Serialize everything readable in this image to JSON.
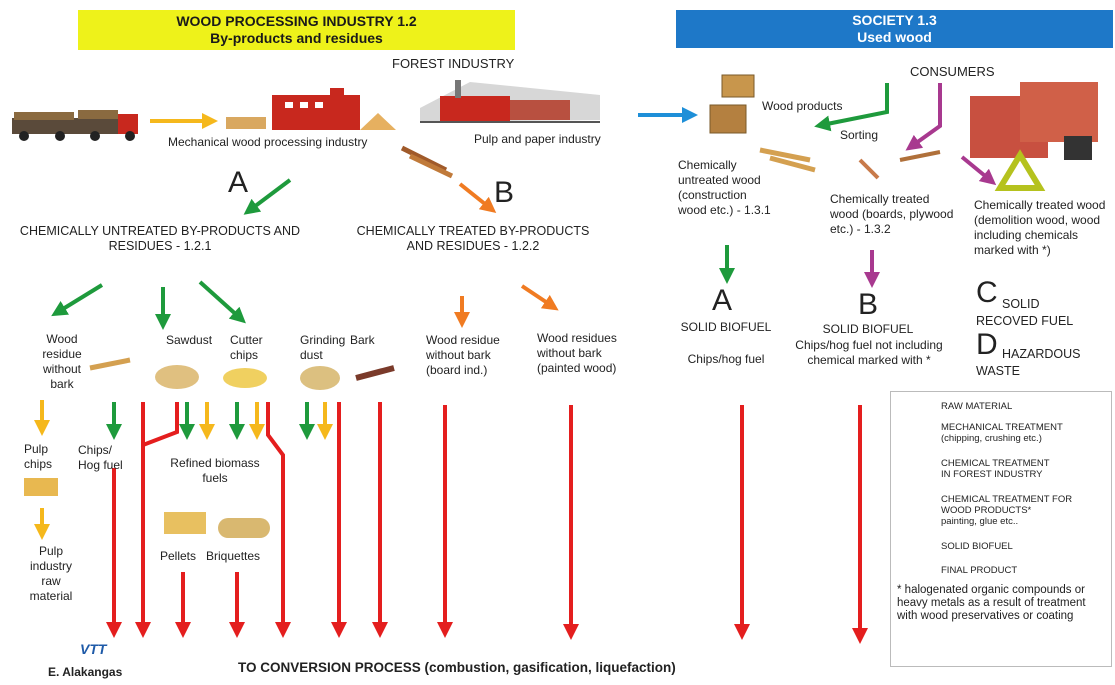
{
  "header_left": {
    "title": "WOOD PROCESSING INDUSTRY 1.2",
    "subtitle": "By-products and residues"
  },
  "header_right": {
    "title": "SOCIETY 1.3",
    "subtitle": "Used wood"
  },
  "forest_industry": "FOREST INDUSTRY",
  "consumers": "CONSUMERS",
  "mechanical_industry": "Mechanical wood processing industry",
  "pulp_industry": "Pulp and paper industry",
  "wood_products": "Wood products",
  "sorting": "Sorting",
  "letter_a": "A",
  "letter_b": "B",
  "letter_c": "C",
  "letter_d": "D",
  "untreated_title": "CHEMICALLY UNTREATED BY-PRODUCTS AND RESIDUES - 1.2.1",
  "treated_title": "CHEMICALLY TREATED BY-PRODUCTS AND RESIDUES - 1.2.2",
  "wood_residue_bark": "Wood residue without bark",
  "sawdust": "Sawdust",
  "cutter_chips": "Cutter chips",
  "grinding_dust": "Grinding dust",
  "bark": "Bark",
  "wood_residue_board": "Wood residue without bark (board ind.)",
  "wood_residues_painted": "Wood residues without bark (painted wood)",
  "pulp_chips": "Pulp chips",
  "chips_hog": "Chips/ Hog fuel",
  "refined": "Refined biomass fuels",
  "pellets": "Pellets",
  "briquettes": "Briquettes",
  "pulp_raw": "Pulp industry raw material",
  "chem_untreated_wood": "Chemically untreated wood (construction wood etc.) - 1.3.1",
  "chem_treated_wood": "Chemically treated wood (boards, plywood etc.) - 1.3.2",
  "chem_treated_demolition": "Chemically treated wood (demolition wood, wood including chemicals marked with *)",
  "solid_biofuel_a": "SOLID BIOFUEL",
  "chips_hog_fuel": "Chips/hog fuel",
  "solid_biofuel_b": "SOLID BIOFUEL",
  "chips_hog_not": "Chips/hog fuel not including chemical marked with *",
  "solid_recovered": "SOLID RECOVED FUEL",
  "hazardous": "HAZARDOUS WASTE",
  "legend": {
    "raw": "RAW MATERIAL",
    "mech": "MECHANICAL TREATMENT",
    "mech_sub": "(chipping, crushing etc.)",
    "chem_forest": "CHEMICAL TREATMENT",
    "chem_forest_sub": "IN FOREST INDUSTRY",
    "chem_wood": "CHEMICAL TREATMENT FOR",
    "chem_wood_sub": "WOOD PRODUCTS*",
    "chem_wood_sub2": "painting, glue etc..",
    "solid": "SOLID BIOFUEL",
    "final": "FINAL PRODUCT",
    "note": "* halogenated organic compounds or heavy metals as a result of treatment with wood preservatives or coating"
  },
  "colors": {
    "raw": "#f5b81c",
    "mech": "#1e9a3c",
    "chem_forest": "#f07b22",
    "chem_wood": "#a8398f",
    "solid": "#e41e1e",
    "final": "#1e8fd8"
  },
  "conversion": "TO CONVERSION PROCESS (combustion, gasification, liquefaction)",
  "vtt_logo": "VTT",
  "author": "E. Alakangas"
}
